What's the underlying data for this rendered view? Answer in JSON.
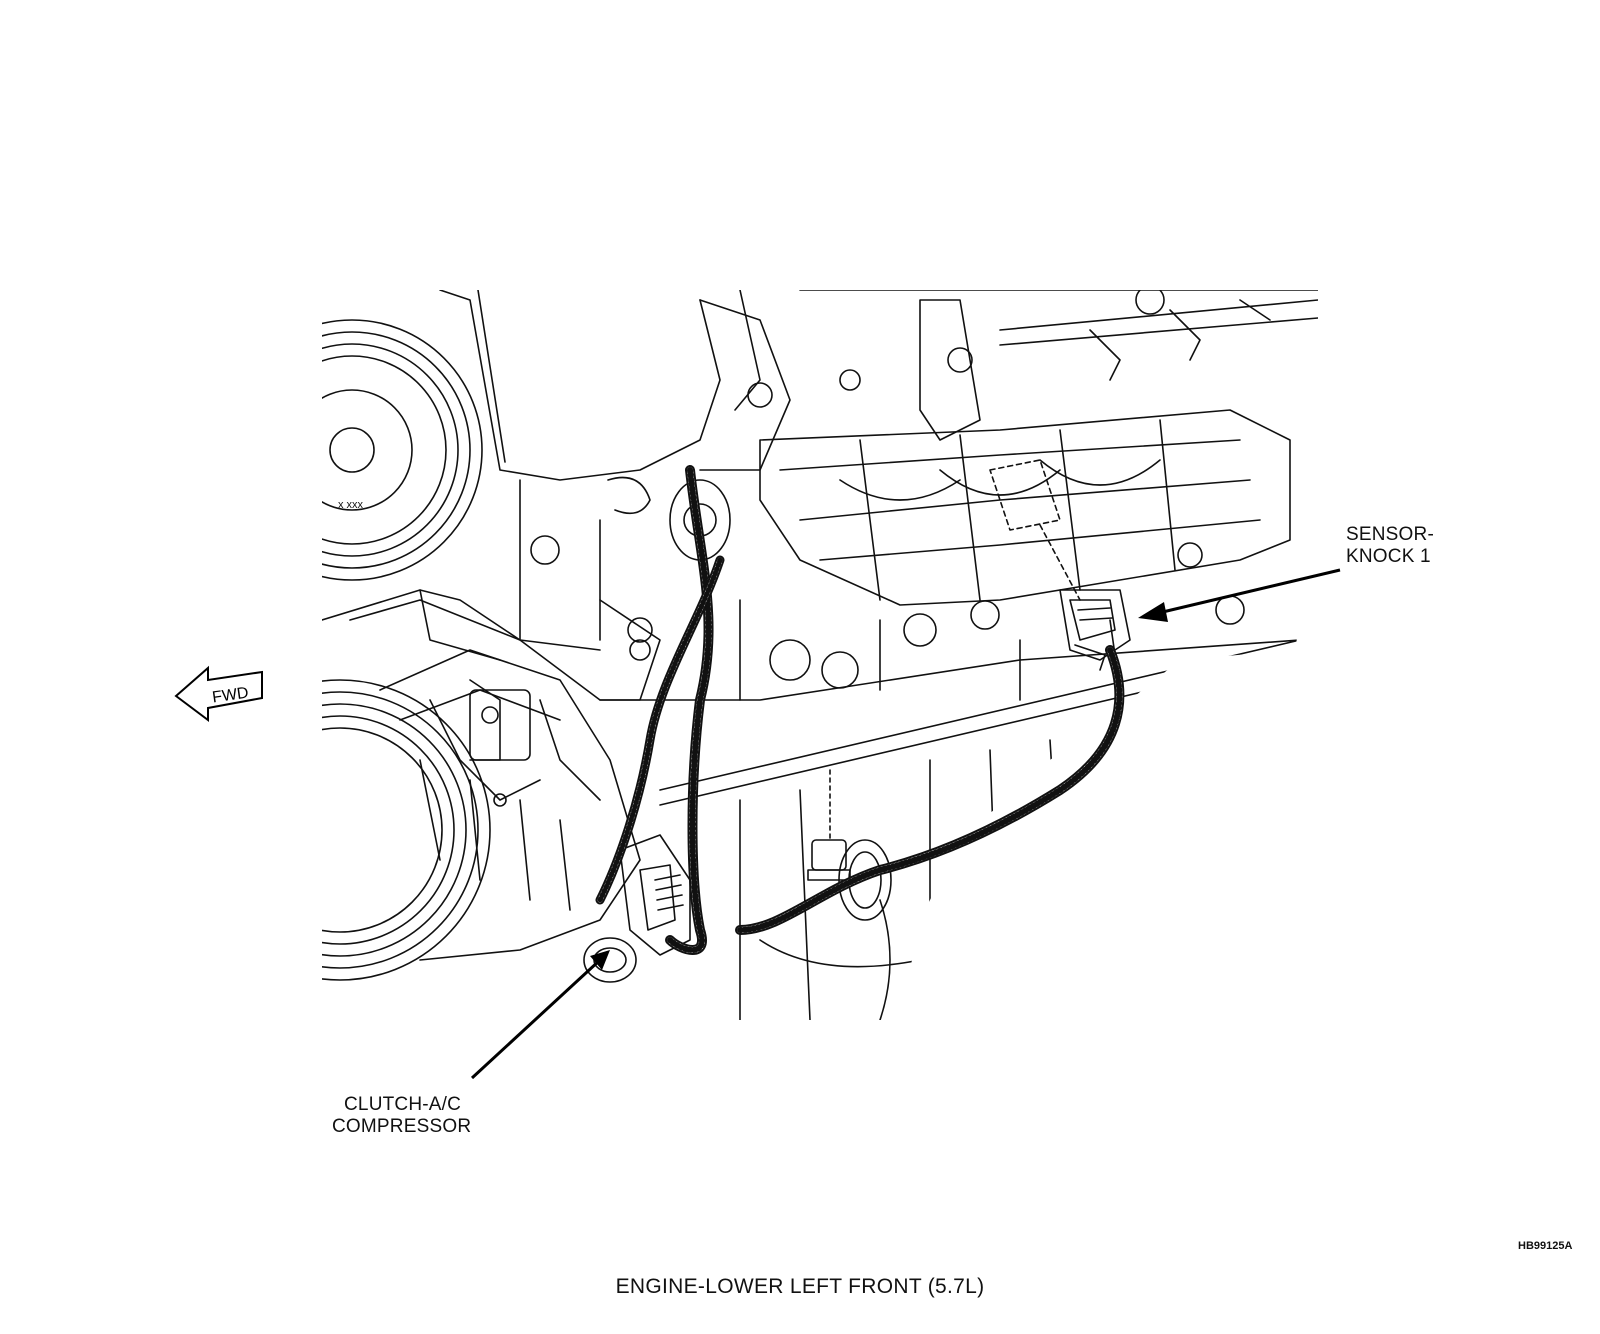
{
  "callouts": {
    "sensor_knock": [
      "SENSOR-",
      "KNOCK 1"
    ],
    "clutch_ac": [
      "CLUTCH-A/C",
      "COMPRESSOR"
    ]
  },
  "fwd_arrow_label": "FWD",
  "figure_code": "HB99125A",
  "caption": "ENGINE-LOWER LEFT FRONT (5.7L)",
  "icons": {
    "fwd_arrow": "left-arrow-icon"
  }
}
